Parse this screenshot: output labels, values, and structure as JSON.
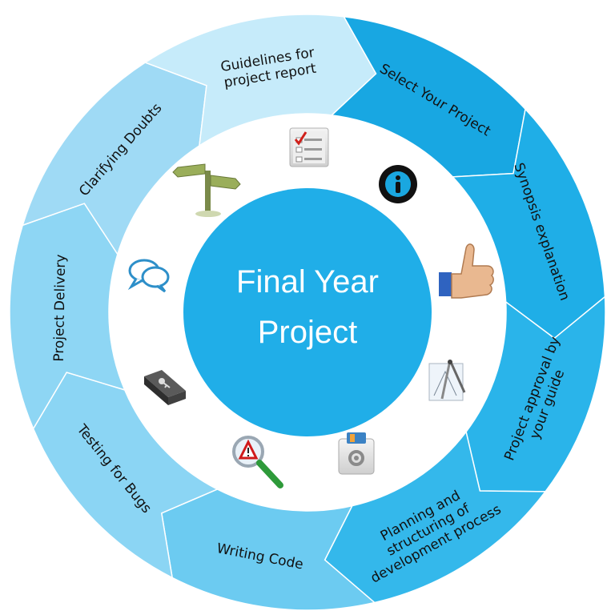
{
  "center": {
    "line1": "Final Year",
    "line2": "Project"
  },
  "colors": {
    "outer_ring": "#9fd9f3",
    "inner_ring": "#ffffff",
    "center": "#20aee8"
  },
  "segments": [
    {
      "lines": [
        "Select Your Project"
      ],
      "color": "#18a7e2",
      "icon": "checklist-icon"
    },
    {
      "lines": [
        "Synopsis explanation"
      ],
      "color": "#1faee7",
      "icon": "info-icon"
    },
    {
      "lines": [
        "Project approval by",
        "your guide"
      ],
      "color": "#2ab4ea",
      "icon": "thumbs-up-icon"
    },
    {
      "lines": [
        "Planning and",
        "structuring of",
        "development process"
      ],
      "color": "#34b8eb",
      "icon": "drafting-compass-icon"
    },
    {
      "lines": [
        "Writing Code"
      ],
      "color": "#6ccbf1",
      "icon": "settings-box-icon"
    },
    {
      "lines": [
        "Testing for Bugs"
      ],
      "color": "#8bd5f4",
      "icon": "warning-magnifier-icon"
    },
    {
      "lines": [
        "Project Delivery"
      ],
      "color": "#8ed6f4",
      "icon": "key-folder-icon"
    },
    {
      "lines": [
        "Clarifying Doubts"
      ],
      "color": "#9fdaf5",
      "icon": "speech-bubbles-icon"
    },
    {
      "lines": [
        "Guidelines for",
        "project report"
      ],
      "color": "#c6ebfa",
      "icon": "signpost-icon"
    }
  ]
}
